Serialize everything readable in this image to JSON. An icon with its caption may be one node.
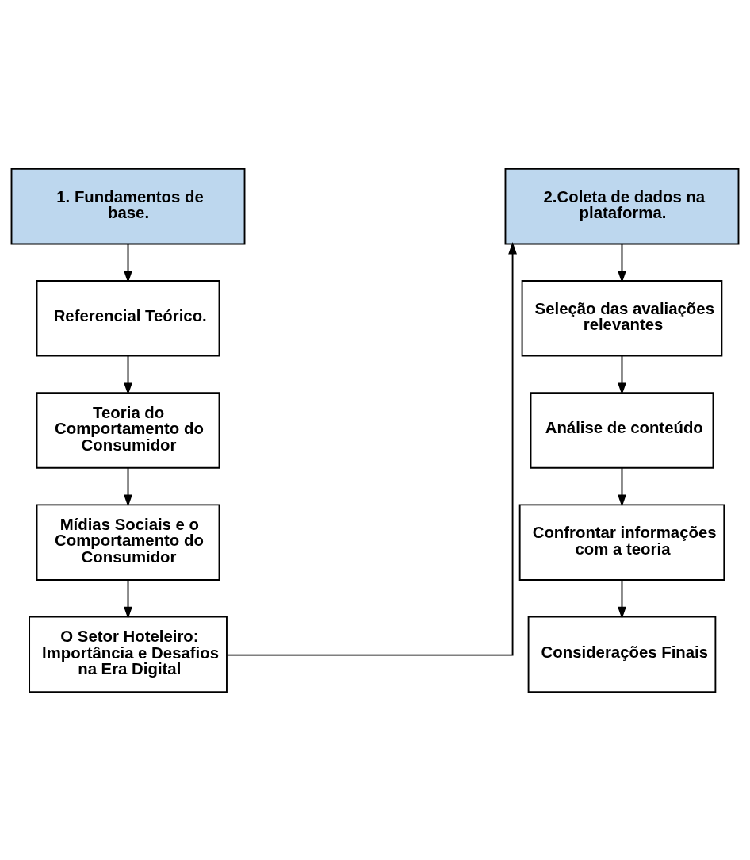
{
  "diagram": {
    "nodes": [
      {
        "text": [
          "1. Fundamentos de base."
        ]
      },
      {
        "text": [
          "Referencial Teórico."
        ]
      },
      {
        "text": [
          "Teoria do Comportamento do Consumidor"
        ]
      },
      {
        "text": [
          "Mídias Sociais e o Comportamento do Consumidor"
        ]
      },
      {
        "text": [
          "O Setor Hoteleiro: Importância e Desafios na Era Digital"
        ]
      },
      {
        "text": [
          "2.Coleta de dados na plataforma."
        ]
      },
      {
        "text": [
          "Seleção das avaliações relevantes"
        ]
      },
      {
        "text": [
          "Análise de conteúdo"
        ]
      },
      {
        "text": [
          "Confrontar informações com a teoria"
        ]
      },
      {
        "text": [
          "Considerações Finais"
        ]
      }
    ],
    "edges": [
      {
        "from": 0,
        "to": 1,
        "arrow": "to"
      },
      {
        "from": 1,
        "to": 2,
        "arrow": "to"
      },
      {
        "from": 2,
        "to": 3,
        "arrow": "to"
      },
      {
        "from": 3,
        "to": 4,
        "arrow": "to"
      },
      {
        "from": 4,
        "to": 5,
        "arrow": "to"
      },
      {
        "from": 5,
        "to": 6,
        "arrow": "to"
      },
      {
        "from": 6,
        "to": 7,
        "arrow": "to"
      },
      {
        "from": 7,
        "to": 8,
        "arrow": "to"
      },
      {
        "from": 8,
        "to": 9,
        "arrow": "to"
      }
    ]
  }
}
